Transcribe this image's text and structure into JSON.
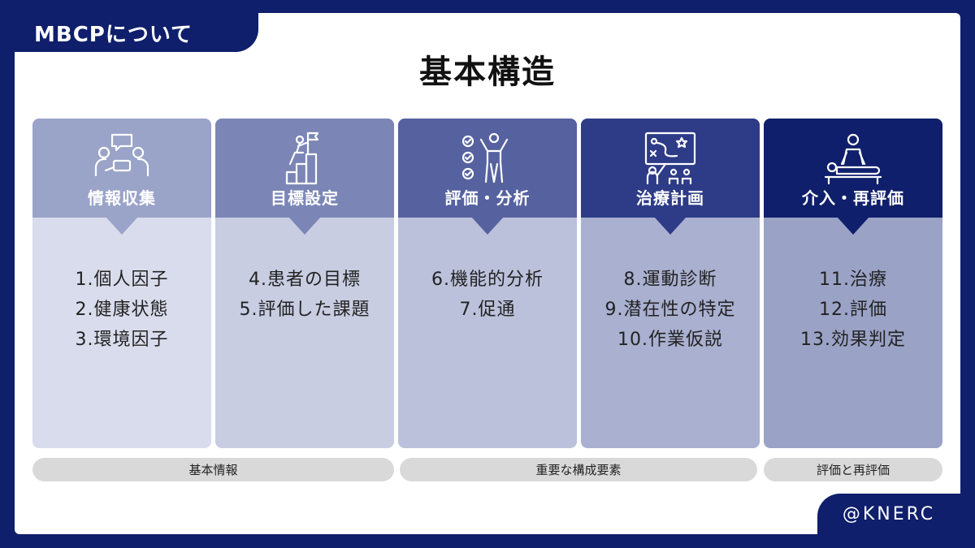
{
  "tag": {
    "label": "MBCPについて"
  },
  "title": "基本構造",
  "cards": [
    {
      "title": "情報収集",
      "icon": "consultation-icon",
      "head_color": "#9aa3c8",
      "body_color": "#d9dcec",
      "pointer_color": "#9aa3c8",
      "items": [
        "1.個人因子",
        "2.健康状態",
        "3.環境因子"
      ]
    },
    {
      "title": "目標設定",
      "icon": "goal-flag-icon",
      "head_color": "#7b86b6",
      "body_color": "#c9cde2",
      "pointer_color": "#7b86b6",
      "items": [
        "4.患者の目標",
        "5.評価した課題"
      ]
    },
    {
      "title": "評価・分析",
      "icon": "checklist-person-icon",
      "head_color": "#56629f",
      "body_color": "#bcc1db",
      "pointer_color": "#56629f",
      "items": [
        "6.機能的分析",
        "7.促通"
      ]
    },
    {
      "title": "治療計画",
      "icon": "planning-board-icon",
      "head_color": "#2e3c87",
      "body_color": "#aab0d0",
      "pointer_color": "#2e3c87",
      "items": [
        "8.運動診断",
        "9.潜在性の特定",
        "10.作業仮説"
      ]
    },
    {
      "title": "介入・再評価",
      "icon": "therapy-massage-icon",
      "head_color": "#0f1f6b",
      "body_color": "#9aa2c6",
      "pointer_color": "#0f1f6b",
      "items": [
        "11.治療",
        "12.評価",
        "13.効果判定"
      ]
    }
  ],
  "footer": [
    {
      "label": "基本情報"
    },
    {
      "label": "重要な構成要素"
    },
    {
      "label": "評価と再評価"
    }
  ],
  "brand": "@KNERC"
}
